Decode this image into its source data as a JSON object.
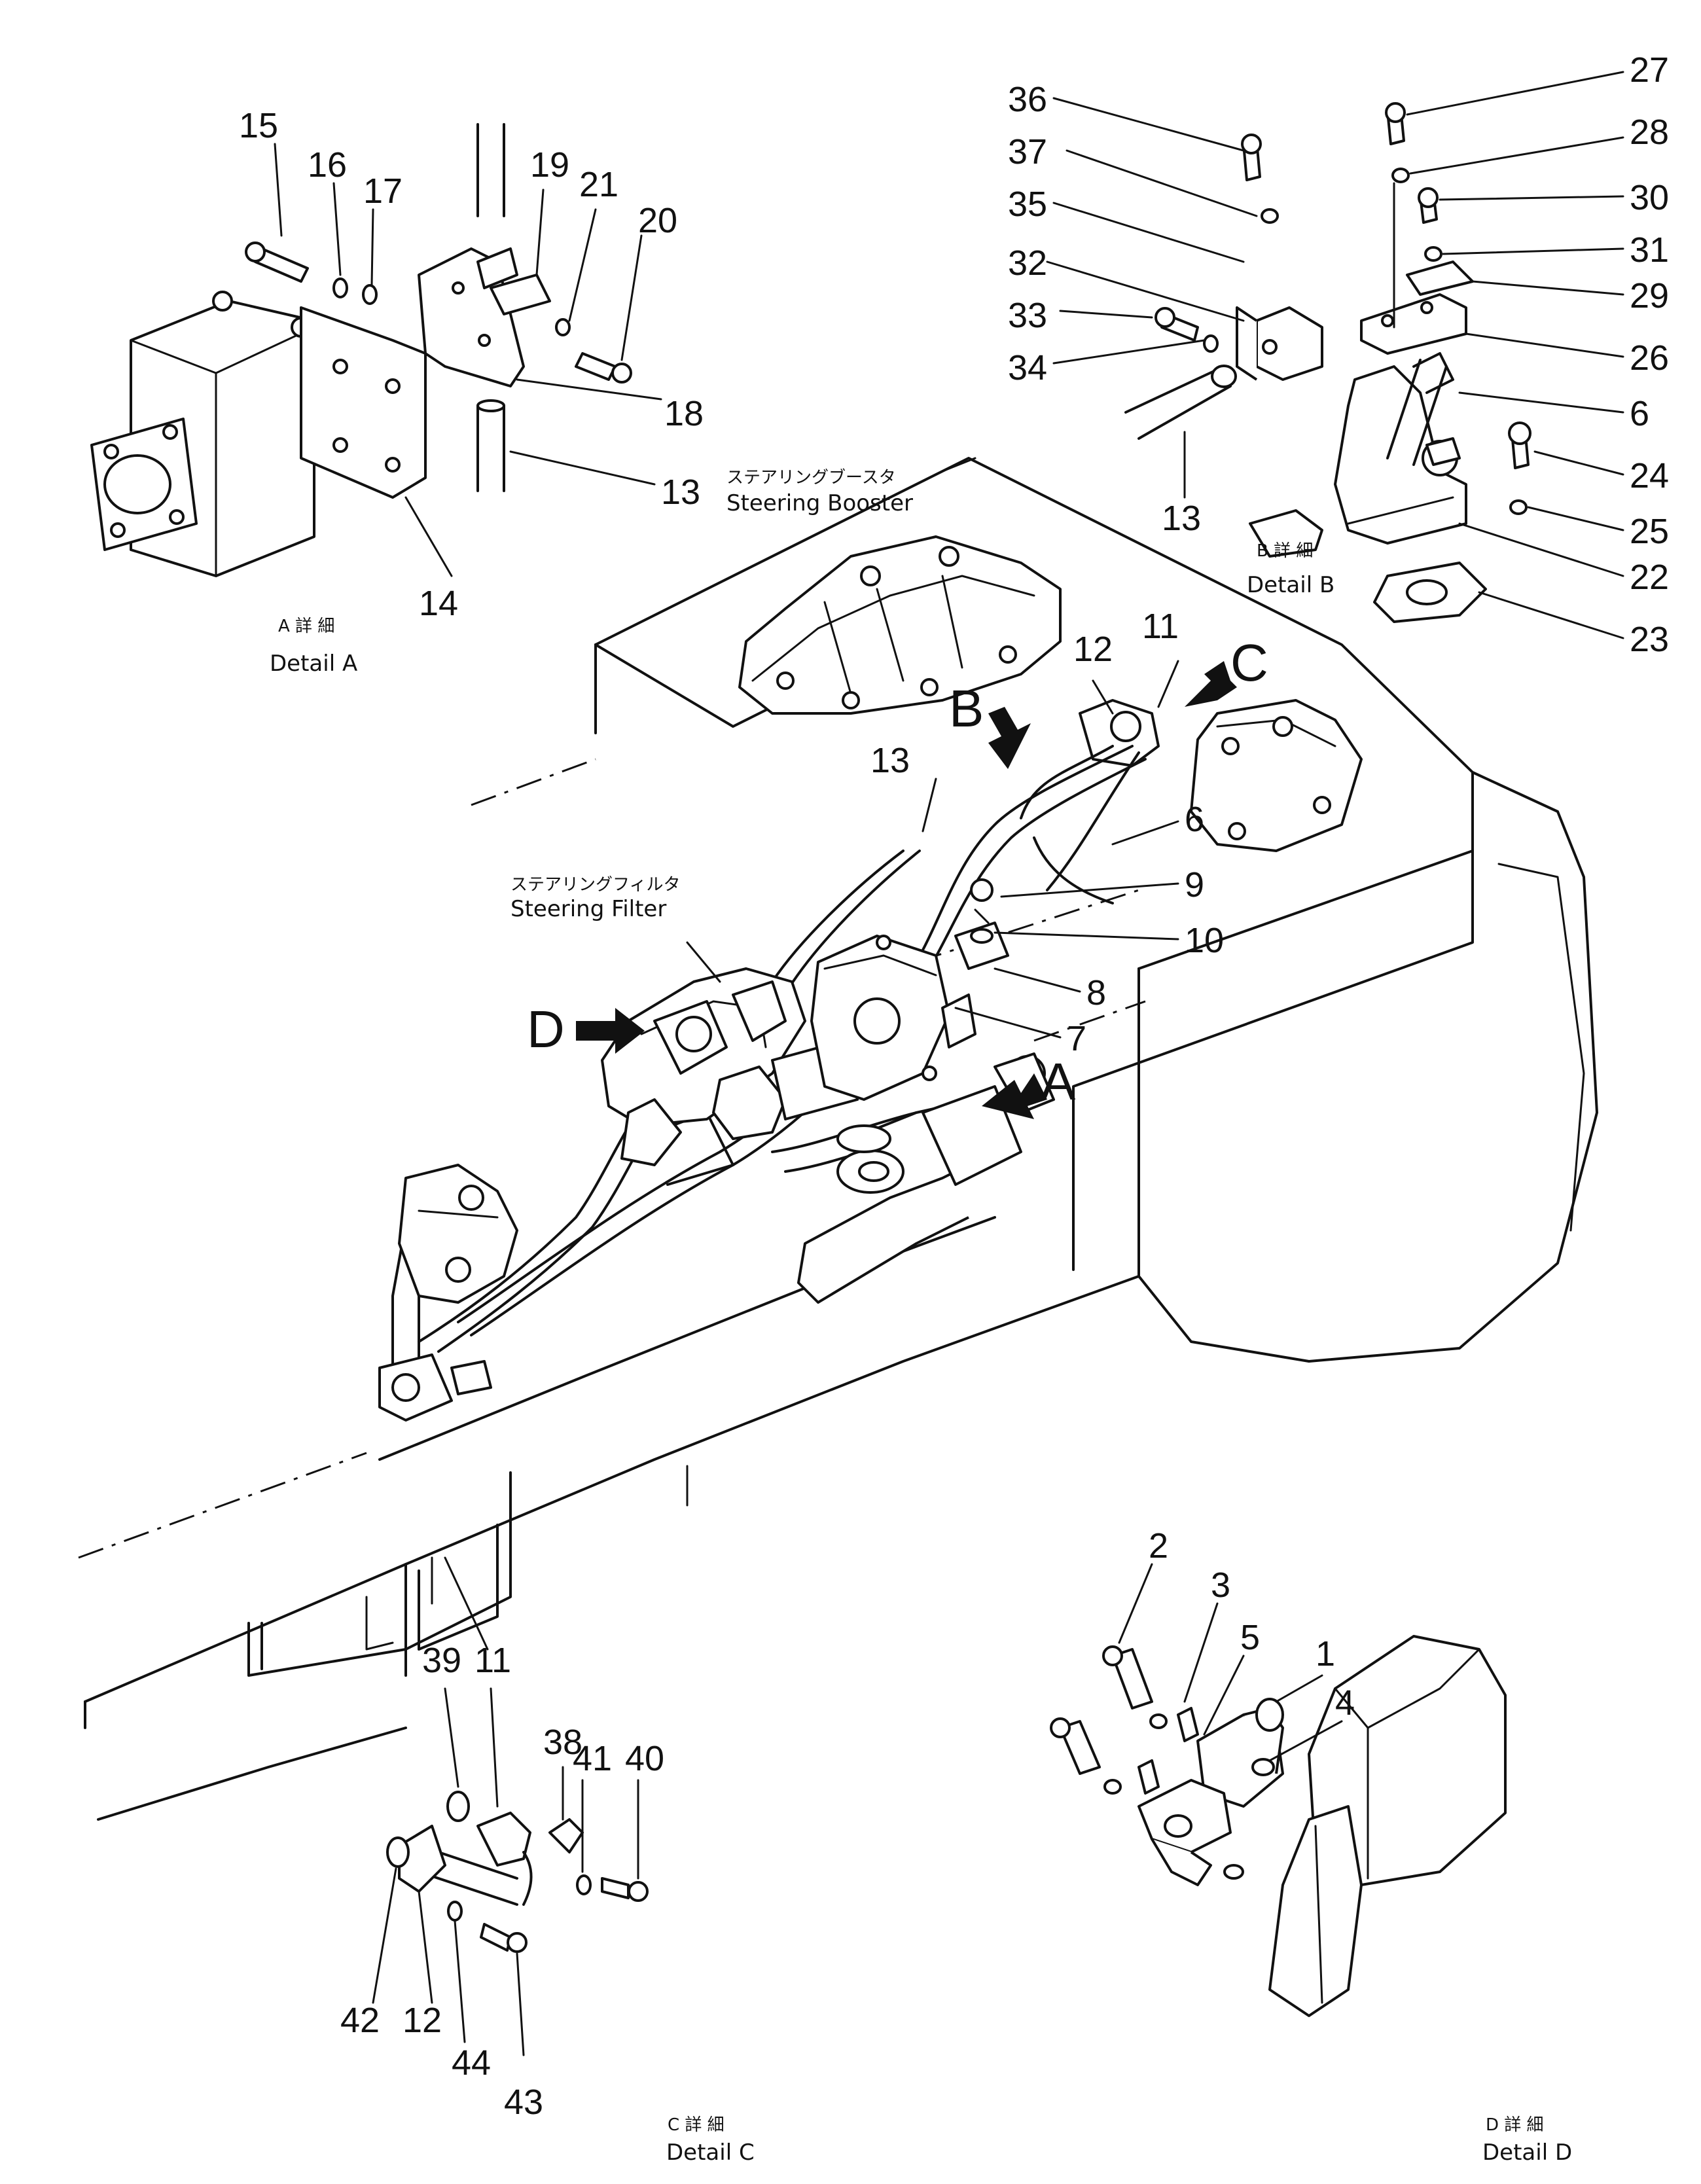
{
  "captions": {
    "detail_a_jp": "A 詳 細",
    "detail_a": "Detail A",
    "detail_b_jp": "B 詳 細",
    "detail_b": "Detail B",
    "detail_c_jp": "C 詳 細",
    "detail_c": "Detail C",
    "detail_d_jp": "D 詳 細",
    "detail_d": "Detail D",
    "booster_jp": "ステアリングブースタ",
    "booster": "Steering Booster",
    "filter_jp": "ステアリングフィルタ",
    "filter": "Steering Filter"
  },
  "view_letters": {
    "a": "A",
    "b": "B",
    "c": "C",
    "d": "D"
  },
  "part_numbers": {
    "n1": "1",
    "n2": "2",
    "n3": "3",
    "n4": "4",
    "n5": "5",
    "n6a": "6",
    "n6b": "6",
    "n7": "7",
    "n8": "8",
    "n9": "9",
    "n10": "10",
    "n11a": "11",
    "n11b": "11",
    "n12a": "12",
    "n12b": "12",
    "n13a": "13",
    "n13b": "13",
    "n13c": "13",
    "n14": "14",
    "n15": "15",
    "n16": "16",
    "n17": "17",
    "n18": "18",
    "n19": "19",
    "n20": "20",
    "n21": "21",
    "n22": "22",
    "n23": "23",
    "n24": "24",
    "n25": "25",
    "n26": "26",
    "n27": "27",
    "n28": "28",
    "n29": "29",
    "n30": "30",
    "n31": "31",
    "n32": "32",
    "n33": "33",
    "n34": "34",
    "n35": "35",
    "n36": "36",
    "n37": "37",
    "n38": "38",
    "n39": "39",
    "n40": "40",
    "n41": "41",
    "n42": "42",
    "n43": "43",
    "n44": "44"
  }
}
